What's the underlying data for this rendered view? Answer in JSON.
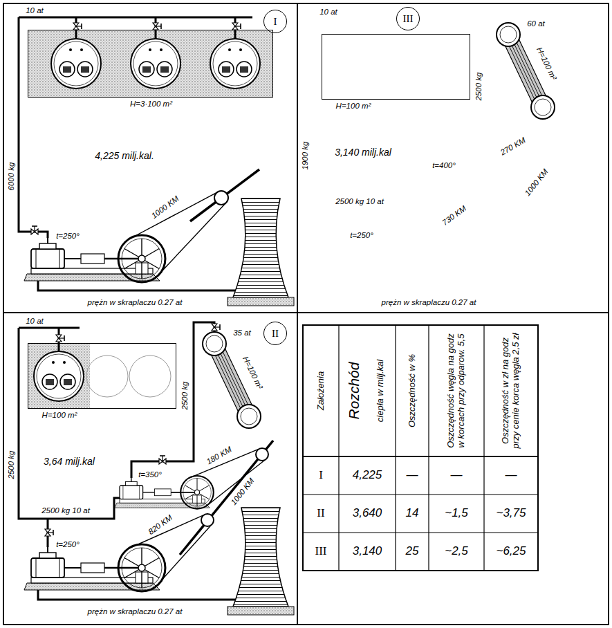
{
  "diagram": {
    "nodes": [
      {
        "text": [
          "I"
        ]
      },
      {
        "text": [
          "H=3·100 m²"
        ]
      },
      {
        "text": [
          "III"
        ]
      },
      {
        "text": [
          "H=100 m²"
        ]
      },
      {
        "text": [
          "60 at",
          "H=100 m²"
        ]
      },
      {
        "text": [
          "II"
        ]
      },
      {
        "text": [
          "H=100 m²"
        ]
      },
      {
        "text": [
          "35 at",
          "H=100 m²"
        ]
      }
    ],
    "labels": [
      "10 at",
      "6000 kg",
      "4,225 milj.kal.",
      "t=250°",
      "1000 KM",
      "prężn w skraplaczu 0.27 at",
      "10 at",
      "1900 kg",
      "3,140 milj.kal",
      "2500 kg",
      "t=400°",
      "270 KM",
      "2500 kg 10 at",
      "t=250°",
      "730 KM",
      "1000 KM",
      "prężn w skraplaczu 0.27 at",
      "10 at",
      "2500 kg",
      "3,64 milj.kal",
      "2500 kg",
      "t=350°",
      "180 KM",
      "2500 kg 10 at",
      "t=250°",
      "820 KM",
      "1000 KM",
      "prężn w skraplaczu 0.27 at",
      "Założenia",
      "Rozchód",
      "ciepła w milj.kal",
      "Oszczędność w %",
      "Oszczędność węgla na godz w korcach przy odparow. 5,5",
      "Oszczędność w zł na godz przy cenie korca węgla 2,5 zł",
      "I",
      "4,225",
      "—",
      "—",
      "—",
      "II",
      "3,640",
      "14",
      "~1,5",
      "~3,75",
      "III",
      "3,140",
      "25",
      "~2,5",
      "~6,25"
    ]
  }
}
